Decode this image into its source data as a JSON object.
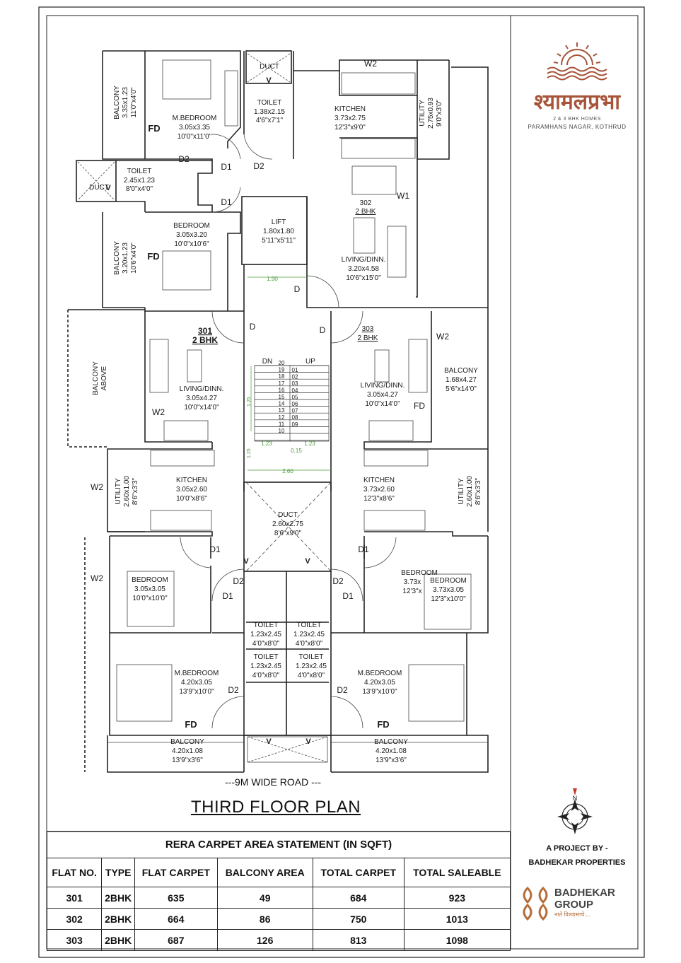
{
  "brand": {
    "name": "श्यामलप्रभा",
    "subtitle": "2 & 3 BHK HOMES",
    "location": "PARAMHANS NAGAR, KOTHRUD",
    "accent": "#a8543a"
  },
  "plan": {
    "title": "THIRD FLOOR PLAN",
    "road": "---9M WIDE ROAD ---",
    "north": "N",
    "rooms": {
      "balcony_302_a": {
        "name": "BALCONY",
        "d1": "3.35x1.23",
        "d2": "11'0\"x4'0\""
      },
      "mbed_302": {
        "name": "M.BEDROOM",
        "d1": "3.05x3.35",
        "d2": "10'0\"x11'0\""
      },
      "duct_top": {
        "name": "DUCT"
      },
      "toilet_302_a": {
        "name": "TOILET",
        "d1": "1.38x2.15",
        "d2": "4'6\"x7'1\""
      },
      "kitchen_302": {
        "name": "KITCHEN",
        "d1": "3.73x2.75",
        "d2": "12'3\"x9'0\""
      },
      "utility_302": {
        "name": "UTILITY",
        "d1": "2.75x0.93",
        "d2": "9'0\"x3'0\""
      },
      "toilet_302_b": {
        "name": "TOILET",
        "d1": "2.45x1.23",
        "d2": "8'0\"x4'0\""
      },
      "duct_left": {
        "name": "DUCT"
      },
      "bed_302": {
        "name": "BEDROOM",
        "d1": "3.05x3.20",
        "d2": "10'0\"x10'6\""
      },
      "balcony_302_b": {
        "name": "BALCONY",
        "d1": "3.20x1.23",
        "d2": "10'6\"x4'0\""
      },
      "lift": {
        "name": "LIFT",
        "d1": "1.80x1.80",
        "d2": "5'11\"x5'11\""
      },
      "flat_302": {
        "no": "302",
        "type": "2 BHK"
      },
      "living_302": {
        "name": "LIVING/DINN.",
        "d1": "3.20x4.58",
        "d2": "10'6\"x15'0\""
      },
      "flat_301": {
        "no": "301",
        "type": "2 BHK"
      },
      "flat_303": {
        "no": "303",
        "type": "2 BHK"
      },
      "balcony_above": {
        "name": "BALCONY",
        "name2": "ABOVE"
      },
      "living_301": {
        "name": "LIVING/DINN.",
        "d1": "3.05x4.27",
        "d2": "10'0\"x14'0\""
      },
      "living_303": {
        "name": "LIVING/DINN.",
        "d1": "3.05x4.27",
        "d2": "10'0\"x14'0\""
      },
      "balcony_303_a": {
        "name": "BALCONY",
        "d1": "1.68x4.27",
        "d2": "5'6\"x14'0\""
      },
      "utility_301": {
        "name": "UTILITY",
        "d1": "2.60x1.00",
        "d2": "8'6\"x3'3\""
      },
      "kitchen_301": {
        "name": "KITCHEN",
        "d1": "3.05x2.60",
        "d2": "10'0\"x8'6\""
      },
      "kitchen_303": {
        "name": "KITCHEN",
        "d1": "3.73x2.60",
        "d2": "12'3\"x8'6\""
      },
      "utility_303": {
        "name": "UTILITY",
        "d1": "2.60x1.00",
        "d2": "8'6\"x3'3\""
      },
      "duct_center": {
        "name": "DUCT",
        "d1": "2.60x2.75",
        "d2": "8'6\"x9'0\""
      },
      "bed_301": {
        "name": "BEDROOM",
        "d1": "3.05x3.05",
        "d2": "10'0\"x10'0\""
      },
      "bed_303_ghost": {
        "name": "BEDROOM",
        "d1": "3.73x",
        "d2": "12'3\"x"
      },
      "bed_303": {
        "name": "BEDROOM",
        "d1": "3.73x3.05",
        "d2": "12'3\"x10'0\""
      },
      "toilet_c1": {
        "name": "TOILET",
        "d1": "1.23x2.45",
        "d2": "4'0\"x8'0\""
      },
      "toilet_c2": {
        "name": "TOILET",
        "d1": "1.23x2.45",
        "d2": "4'0\"x8'0\""
      },
      "toilet_c3": {
        "name": "TOILET",
        "d1": "1.23x2.45",
        "d2": "4'0\"x8'0\""
      },
      "toilet_c4": {
        "name": "TOILET",
        "d1": "1.23x2.45",
        "d2": "4'0\"x8'0\""
      },
      "mbed_301": {
        "name": "M.BEDROOM",
        "d1": "4.20x3.05",
        "d2": "13'9\"x10'0\""
      },
      "mbed_303": {
        "name": "M.BEDROOM",
        "d1": "4.20x3.05",
        "d2": "13'9\"x10'0\""
      },
      "balcony_301_b": {
        "name": "BALCONY",
        "d1": "4.20x1.08",
        "d2": "13'9\"x3'6\""
      },
      "balcony_303_b": {
        "name": "BALCONY",
        "d1": "4.20x1.08",
        "d2": "13'9\"x3'6\""
      }
    },
    "labels": {
      "w1": "W1",
      "w2": "W2",
      "d": "D",
      "d1": "D1",
      "d2": "D2",
      "fd": "FD",
      "v": "V",
      "dn": "DN",
      "up": "UP",
      "dim_190": "1.90",
      "dim_260": "2.60",
      "dim_123": "1.23",
      "dim_015": "0.15",
      "dim_125": "1.25",
      "steps_left": [
        "20",
        "19",
        "18",
        "17",
        "16",
        "15",
        "14",
        "13",
        "12",
        "11",
        "10"
      ],
      "steps_right": [
        "01",
        "02",
        "03",
        "04",
        "05",
        "06",
        "07",
        "08",
        "09"
      ]
    }
  },
  "rera": {
    "title": "RERA CARPET AREA STATEMENT (IN SQFT)",
    "headers": [
      "FLAT NO.",
      "TYPE",
      "FLAT CARPET",
      "BALCONY AREA",
      "TOTAL CARPET",
      "TOTAL SALEABLE"
    ],
    "rows": [
      [
        "301",
        "2BHK",
        "635",
        "49",
        "684",
        "923"
      ],
      [
        "302",
        "2BHK",
        "664",
        "86",
        "750",
        "1013"
      ],
      [
        "303",
        "2BHK",
        "687",
        "126",
        "813",
        "1098"
      ]
    ]
  },
  "project": {
    "by": "A PROJECT BY -",
    "developer": "BADHEKAR PROPERTIES",
    "group_line1": "BADHEKAR",
    "group_line2": "GROUP",
    "tagline": "नाते विश्वासाचे....",
    "group_color": "#b66f3c"
  }
}
